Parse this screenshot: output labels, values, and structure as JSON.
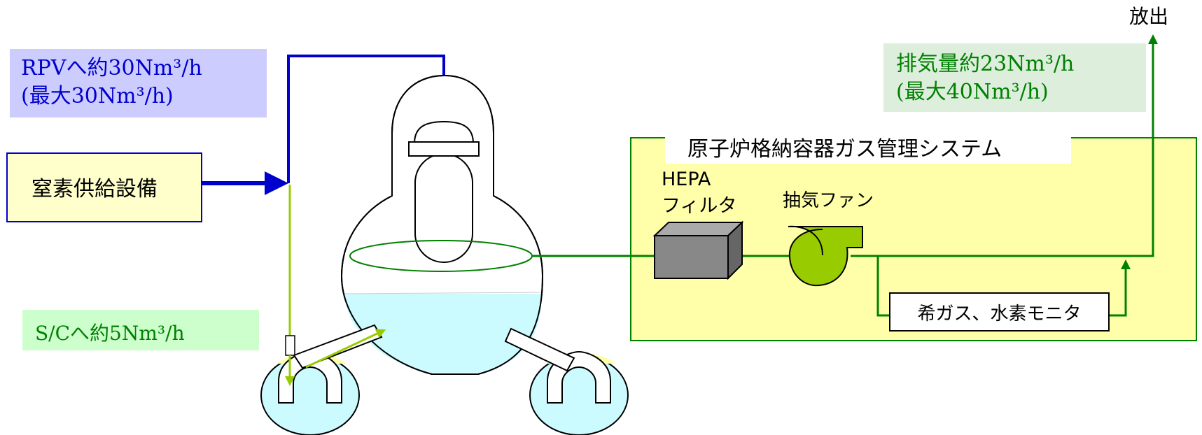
{
  "labels": {
    "output": "放出",
    "rpv_line1": "RPVへ約30Nm³/h",
    "rpv_line2": "(最大30Nm³/h)",
    "nitrogen_supply": "窒素供給設備",
    "sc_flow": "S/Cへ約5Nm³/h",
    "exhaust_line1": "排気量約23Nm³/h",
    "exhaust_line2": "(最大40Nm³/h)",
    "system_title": "原子炉格納容器ガス管理システム",
    "hepa_line1": "HEPA",
    "hepa_line2": "フィルタ",
    "fan": "抽気ファン",
    "monitor": "希ガス、水素モニタ"
  },
  "colors": {
    "blue_line": "#0000cc",
    "yellowgreen_line": "#99cc00",
    "green_line": "#008000",
    "rpv_box_fill": "#ccccff",
    "sc_box_fill": "#ccffcc",
    "exhaust_box_fill": "#ddeedd",
    "system_fill": "#ffffaa",
    "supply_fill": "#ffffcc",
    "water": "#ccfbff",
    "hepa_fill": "#888888",
    "fan_fill": "#99cc00"
  },
  "icons": {
    "reactor": "containment-vessel-icon",
    "hepa": "hepa-filter-icon",
    "fan": "exhaust-fan-icon"
  }
}
